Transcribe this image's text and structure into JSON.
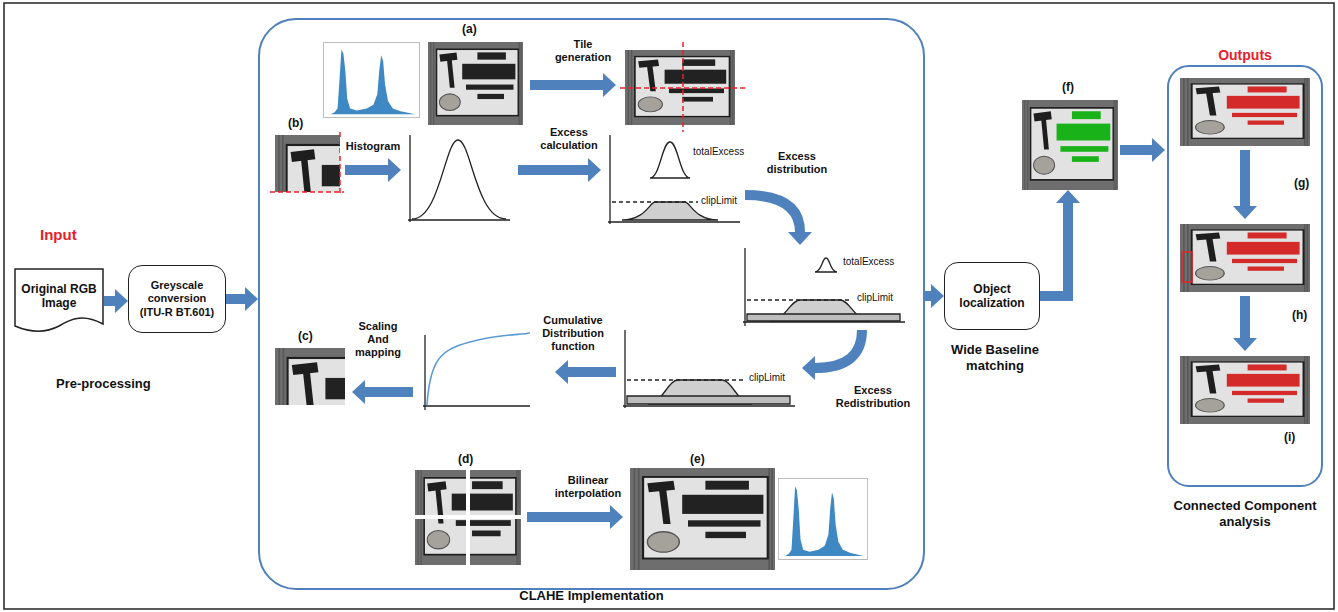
{
  "diagram": {
    "nodes": [
      {
        "text": [
          "Original RGB Image"
        ]
      },
      {
        "text": [
          "Greyscale conversion (ITU-R BT.601)"
        ]
      },
      {
        "text": [
          "CLAHE Implementation"
        ]
      },
      {
        "text": [
          "Object localization"
        ]
      },
      {
        "text": [
          "Outputs"
        ]
      }
    ],
    "edges": [
      {
        "from": 0,
        "to": 1,
        "arrow": "to"
      },
      {
        "from": 1,
        "to": 2,
        "arrow": "to"
      },
      {
        "from": 2,
        "to": 3,
        "arrow": "to"
      }
    ],
    "labels": [
      "Input",
      "Pre-processing",
      "(a)",
      "Tile generation",
      "(b)",
      "Histogram",
      "Excess calculation",
      "totalExcess",
      "clipLimit",
      "Excess distribution",
      "totalExcess",
      "clipLimit",
      "(c)",
      "Scaling And mapping",
      "Cumulative Distribution function",
      "clipLimit",
      "Excess Redistribution",
      "(d)",
      "Bilinear interpolation",
      "(e)",
      "(f)",
      "Wide Baseline matching",
      "(g)",
      "(h)",
      "(i)",
      "Connected Component analysis"
    ]
  }
}
